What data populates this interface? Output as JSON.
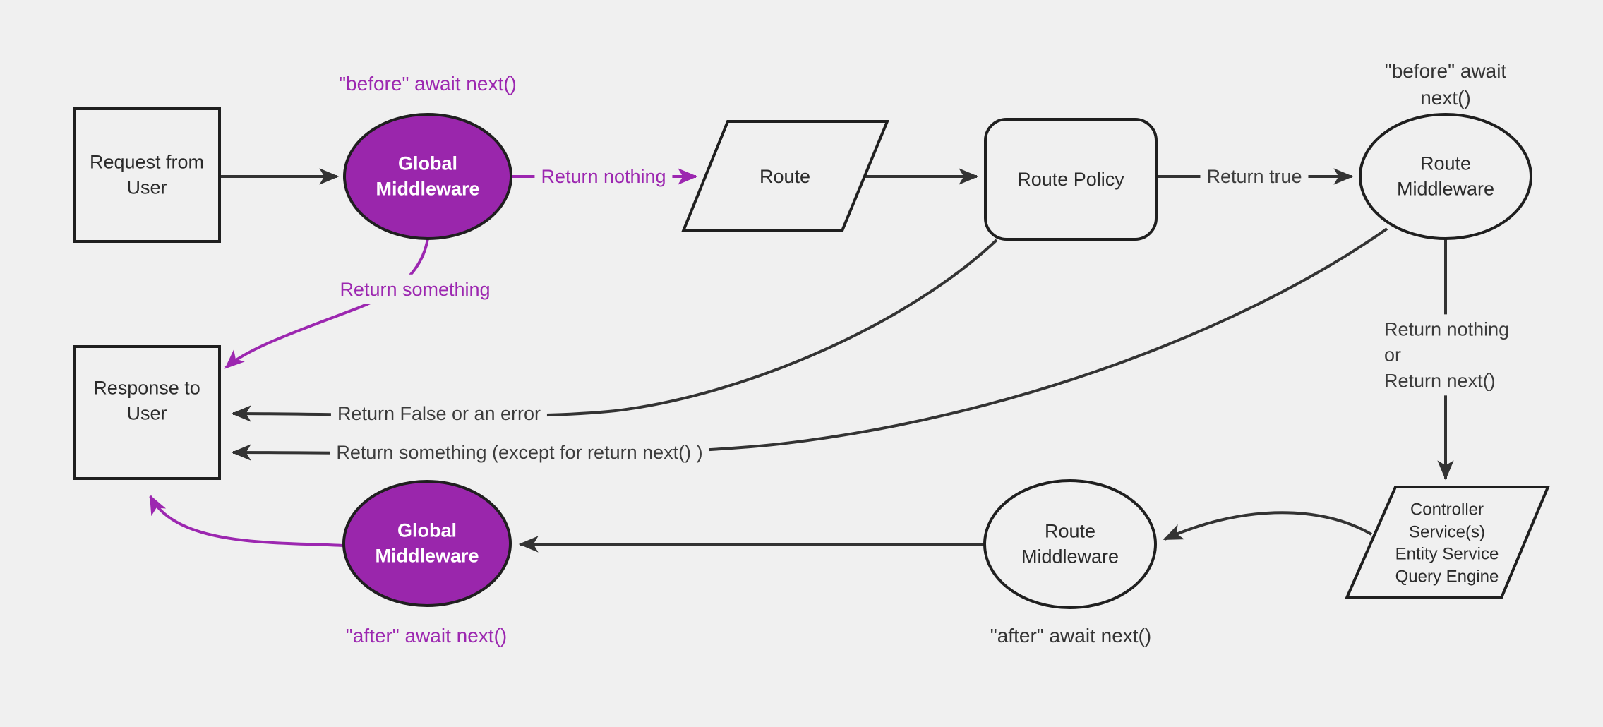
{
  "diagram": {
    "title_hint": "request lifecycle middleware flowchart",
    "colors": {
      "background": "#f0f0f0",
      "node_fill_light": "#f0f0f0",
      "node_fill_purple": "#9A26AC",
      "node_stroke": "#1f1f1f",
      "edge_dark": "#333333",
      "edge_purple": "#9C27B0",
      "text_dark": "#333333",
      "text_on_purple": "#ffffff"
    },
    "nodes": {
      "request": {
        "label": "Request from\nUser",
        "shape": "rectangle"
      },
      "global_middleware_top": {
        "label": "Global\nMiddleware",
        "shape": "ellipse"
      },
      "route": {
        "label": "Route",
        "shape": "parallelogram"
      },
      "route_policy": {
        "label": "Route Policy",
        "shape": "rounded-rectangle"
      },
      "route_middleware_top": {
        "label": "Route\nMiddleware",
        "shape": "ellipse"
      },
      "controller_stack": {
        "label": "Controller\nService(s)\nEntity Service\nQuery Engine",
        "shape": "parallelogram"
      },
      "route_middleware_bottom": {
        "label": "Route\nMiddleware",
        "shape": "ellipse"
      },
      "global_middleware_bottom": {
        "label": "Global\nMiddleware",
        "shape": "ellipse"
      },
      "response": {
        "label": "Response to\nUser",
        "shape": "rectangle"
      }
    },
    "edge_labels": {
      "return_nothing": "Return nothing",
      "return_true": "Return true",
      "return_nothing_or_next": "Return nothing\nor\nReturn next()",
      "return_something": "Return something",
      "return_false_or_error": "Return False or an error",
      "return_something_except": "Return something (except for return next() )"
    },
    "annotations": {
      "before_await_global": "\"before\" await next()",
      "before_await_route": "\"before\" await next()",
      "after_await_route": "\"after\" await next()",
      "after_await_global": "\"after\" await next()"
    }
  }
}
